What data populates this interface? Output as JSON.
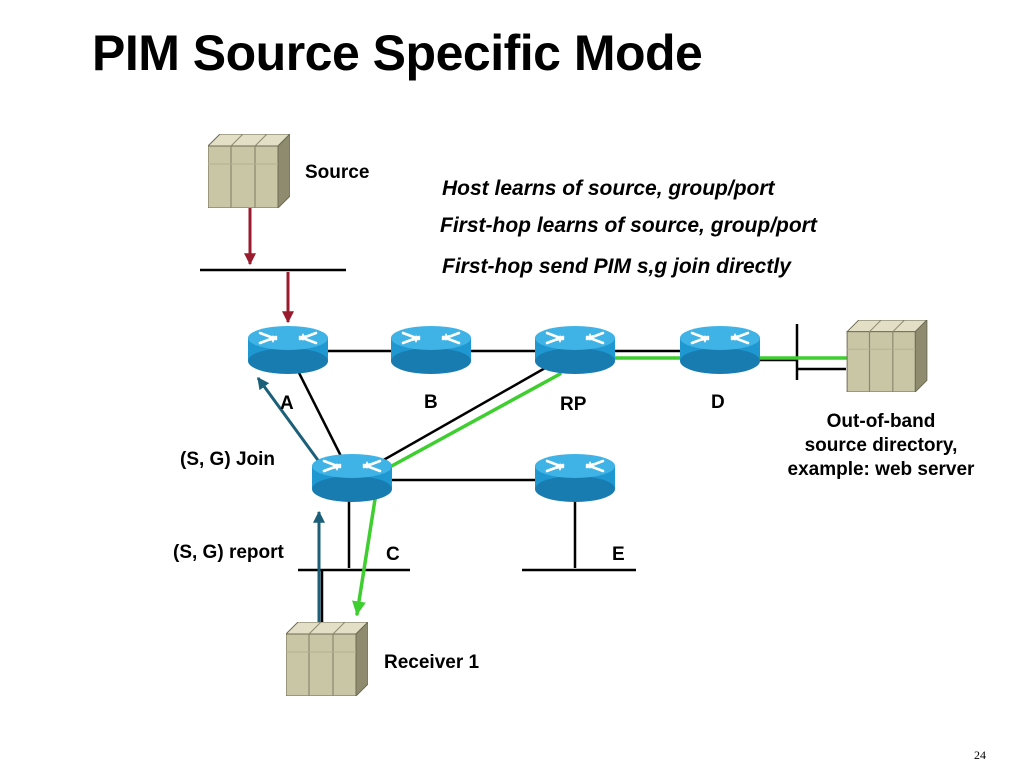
{
  "slide": {
    "title": "PIM Source Specific Mode",
    "page_number": "24"
  },
  "bullets": [
    "Host learns of source, group/port",
    "First-hop learns of source, group/port",
    "First-hop send PIM s,g join directly"
  ],
  "labels": {
    "source": "Source",
    "receiver": "Receiver 1",
    "router_a": "A",
    "router_b": "B",
    "router_rp": "RP",
    "router_c": "C",
    "router_d": "D",
    "router_e": "E",
    "sg_join": "(S, G) Join",
    "sg_report": "(S, G) report",
    "directory_line1": "Out-of-band",
    "directory_line2": "source directory,",
    "directory_line3": "example: web server"
  },
  "colors": {
    "router_blue": "#1f97d0",
    "server_beige": "#c9c6a6",
    "data_flow_red": "#9b1b2e",
    "join_flow_teal": "#1c5f78",
    "sg_path_green": "#3fce2f"
  }
}
